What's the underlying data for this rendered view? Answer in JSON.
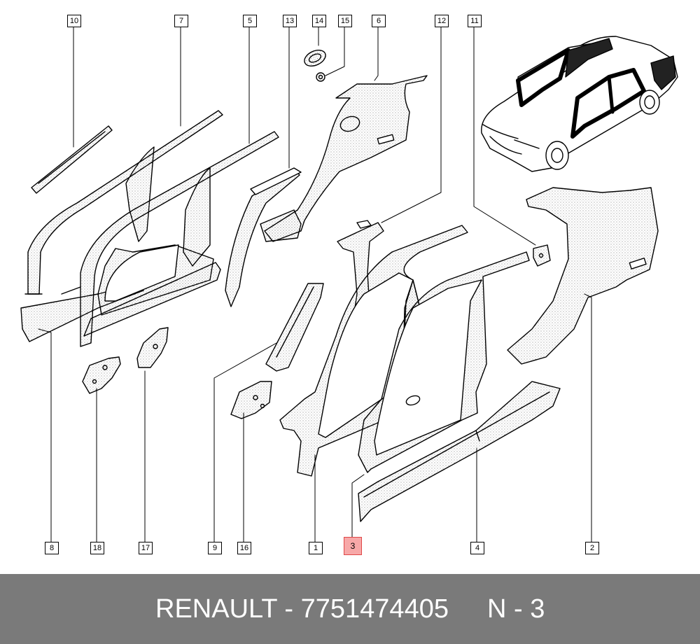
{
  "callouts": {
    "c10": "10",
    "c7": "7",
    "c5": "5",
    "c13": "13",
    "c14": "14",
    "c15": "15",
    "c6": "6",
    "c12": "12",
    "c11": "11",
    "c8": "8",
    "c18": "18",
    "c17": "17",
    "c9": "9",
    "c16": "16",
    "c1": "1",
    "c3": "3",
    "c4": "4",
    "c2": "2"
  },
  "highlight_color": "#f7a8a8",
  "footer": {
    "title": "RENAULT - 7751474405",
    "code": "N - 3",
    "background": "#7a7a7a"
  }
}
